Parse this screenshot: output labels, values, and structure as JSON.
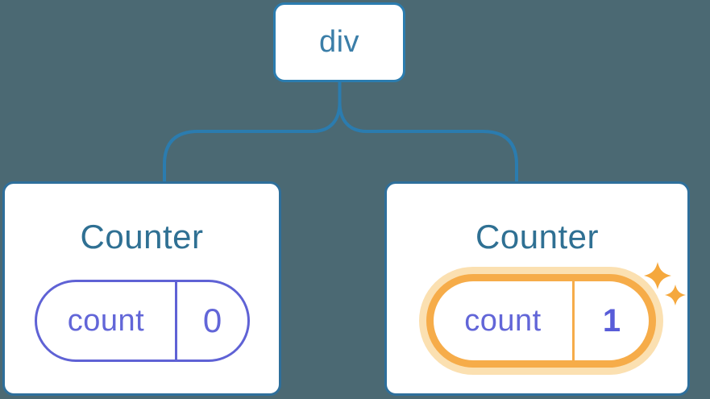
{
  "diagram": {
    "root": {
      "label": "div"
    },
    "children": [
      {
        "title": "Counter",
        "state": {
          "key": "count",
          "value": "0"
        },
        "highlighted": false
      },
      {
        "title": "Counter",
        "state": {
          "key": "count",
          "value": "1"
        },
        "highlighted": true
      }
    ]
  },
  "icons": {
    "sparkles": "sparkles-icon"
  },
  "colors": {
    "background": "#4B6973",
    "connector_blue": "#2B7CAF",
    "card_border_blue": "#2E6F9B",
    "node_text_blue": "#3B7EA8",
    "title_blue": "#2F7093",
    "state_indigo": "#5F62D5",
    "state_text_indigo": "#6266D8",
    "highlight_orange": "#F6AC49",
    "highlight_halo": "#FBE0B1",
    "sparkle_orange": "#F5A83D",
    "card_background": "#FFFFFF"
  }
}
